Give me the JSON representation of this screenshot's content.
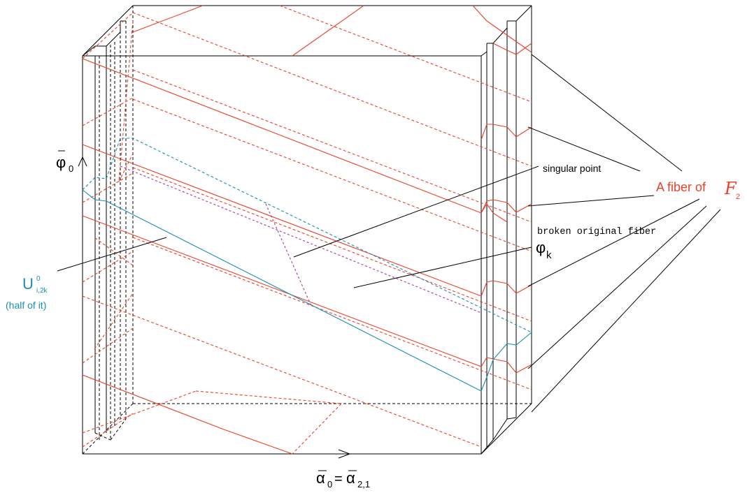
{
  "labels": {
    "phi0_base": "φ",
    "phi0_sub": "0",
    "singular_point": "singular point",
    "fiber_text": "A fiber of",
    "fiber_symbol": "F",
    "fiber_sub": "2",
    "broken_fiber": "broken original fiber",
    "phik_base": "φ",
    "phik_sub": "k",
    "u_base": "U",
    "u_sup": "0",
    "u_sub": "i,2k",
    "u_half": "(half of it)",
    "alpha_left_base": "α",
    "alpha_left_sub": "0",
    "alpha_eq": "=",
    "alpha_right_base": "α",
    "alpha_right_sub": "2,1"
  },
  "colors": {
    "frame": "#000000",
    "fiber": "#e8422a",
    "u_region": "#1a8fb0",
    "broken_fiber": "#a23a9a"
  }
}
